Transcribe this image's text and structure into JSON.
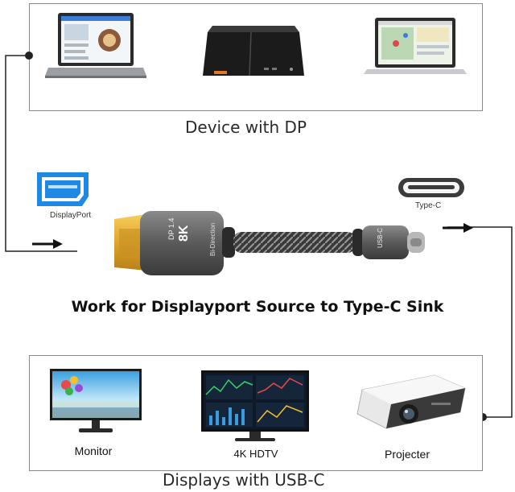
{
  "top_section": {
    "caption": "Device with DP",
    "devices": [
      {
        "icon": "laptop-icon"
      },
      {
        "icon": "desktop-pc-icon"
      },
      {
        "icon": "macbook-icon"
      }
    ]
  },
  "connectors": {
    "displayport_label": "DisplayPort",
    "typec_label": "Type-C"
  },
  "cable": {
    "dp_text_1": "DP 1.4",
    "dp_text_2": "8K",
    "dp_text_3": "Bi-Direction",
    "usbc_text": "USB-C"
  },
  "headline": "Work for Displayport Source to Type-C Sink",
  "bottom_section": {
    "caption": "Displays with USB-C",
    "devices": [
      {
        "label": "Monitor",
        "icon": "monitor-icon"
      },
      {
        "label": "4K HDTV",
        "icon": "hdtv-icon"
      },
      {
        "label": "Projecter",
        "icon": "projector-icon"
      }
    ]
  },
  "colors": {
    "box_border": "#8a8a8a",
    "dp_blue": "#1e88e5",
    "cable_gray": "#5a5a5a",
    "gold": "#e0a52a"
  }
}
